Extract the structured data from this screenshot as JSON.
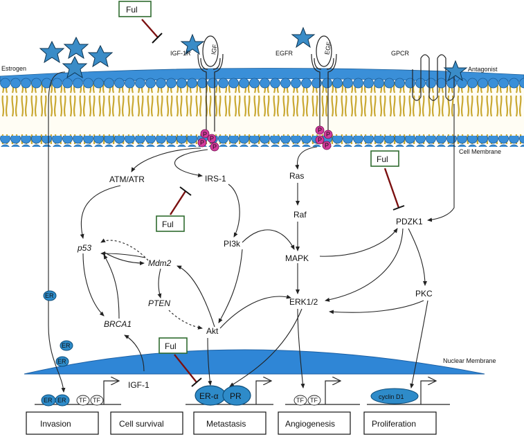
{
  "nodes": {
    "ful_top": "Ful",
    "ful_irs": "Ful",
    "ful_pdzk": "Ful",
    "ful_nuclear": "Ful",
    "estrogen": "Estrogen",
    "igf1r": "IGF-1R",
    "igf": "IGF",
    "egfr": "EGFR",
    "egf": "EGF",
    "gpcr": "GPCR",
    "antagonist": "Antagonist",
    "cell_membrane": "Cell Membrane",
    "nuclear_membrane": "Nuclear Membrane",
    "atm_atr": "ATM/ATR",
    "irs1": "IRS-1",
    "ras": "Ras",
    "raf": "Raf",
    "pdzk1": "PDZK1",
    "p53": "p53",
    "mdm2": "Mdm2",
    "pi3k": "PI3k",
    "mapk": "MAPK",
    "pten": "PTEN",
    "brca1": "BRCA1",
    "akt": "Akt",
    "erk12": "ERK1/2",
    "pkc": "PKC",
    "igf1": "IGF-1",
    "er_alpha": "ER-α",
    "pr": "PR",
    "cyclin_d1": "cyclin D1",
    "er": "ER",
    "tf": "TF",
    "p": "P"
  },
  "outcomes": [
    "Invasion",
    "Cell survival",
    "Metastasis",
    "Angiogenesis",
    "Proliferation"
  ],
  "colors": {
    "membrane_blue": "#3a8fd8",
    "lipid_yellow": "#e9d68a",
    "receptor_star": "#3a8cc7",
    "phospho": "#d43b9c",
    "inhibition_line": "#7b1010",
    "ful_border": "#2e6b2e"
  }
}
